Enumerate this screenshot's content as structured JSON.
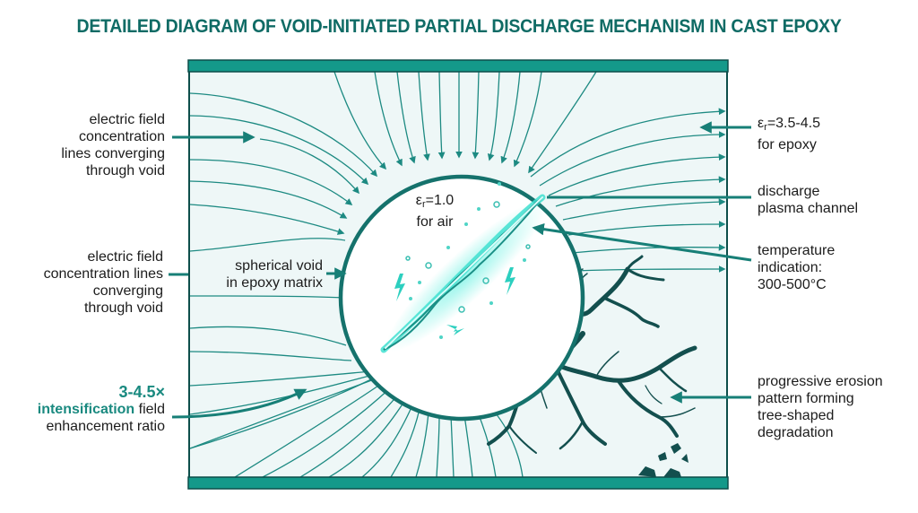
{
  "title": "DETAILED DIAGRAM OF VOID-INITIATED PARTIAL DISCHARGE MECHANISM IN CAST EPOXY",
  "colors": {
    "accent": "#1a8a80",
    "electrode": "#14998a",
    "electrode_border": "#0d4e4a",
    "panel_bg": "#eef7f7",
    "field_line": "#1d8a82",
    "plasma": "#3fe0d0",
    "tree": "#134f4e",
    "title": "#0f6b65"
  },
  "labels": {
    "left_top": [
      "electric field",
      "concentration",
      "lines converging",
      "through void"
    ],
    "left_mid": [
      "electric field",
      "concentration lines",
      "converging",
      "through void"
    ],
    "left_bottom": {
      "ratio": "3-4.5×",
      "intensification": "intensification",
      "field": " field",
      "line3": "enhancement ratio"
    },
    "void_inner": {
      "eps_symbol": "ε",
      "eps_sub": "r",
      "eps_value": "=1.0",
      "line2": "for air"
    },
    "spherical_void": [
      "spherical void",
      "in epoxy matrix"
    ],
    "right_epoxy": {
      "eps_symbol": "ε",
      "eps_sub": "r",
      "eps_value": "=3.5-4.5",
      "line2": "for epoxy"
    },
    "right_plasma": [
      "discharge",
      "plasma channel"
    ],
    "right_temp": [
      "temperature",
      "indication:",
      "300-500°C"
    ],
    "right_erosion": [
      "progressive erosion",
      "pattern forming",
      "tree-shaped",
      "degradation"
    ]
  }
}
